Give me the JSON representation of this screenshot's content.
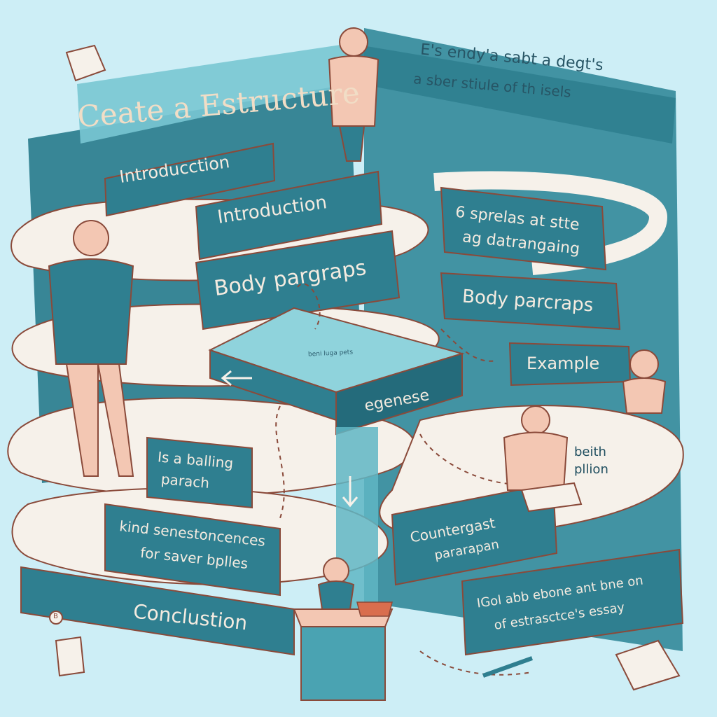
{
  "diagram": {
    "title": "Ceate a Estructure",
    "top_note": {
      "line1": "E's endy'a sabt a degt's",
      "line2": "a sber stiule of th isels"
    },
    "ribbons": {
      "intro_left": "Introducction",
      "intro_center": "Introduction",
      "body_center": "Body pargraps",
      "right_note_line1": "6 sprelas at stte",
      "right_note_line2": "ag datrangaing",
      "body_right": "Body parcraps",
      "center_box_small": "beni luga pets",
      "center_box_main": "egenese",
      "example": "Example",
      "left_box_line1": "Is a balling",
      "left_box_line2": "parach",
      "right_side_line1": "beith",
      "right_side_line2": "pllion",
      "left_lower_line1": "kind senestoncences",
      "left_lower_line2": "for saver bplles",
      "counter_line1": "Countergast",
      "counter_line2": "pararapan",
      "conclusion": "Conclustion",
      "bottom_right_line1": "IGol abb ebone ant bne on",
      "bottom_right_line2": "of estrasctce's essay",
      "small_tag": "B"
    }
  },
  "colors": {
    "background": "#cdeef6",
    "ribbon_teal": "#2f7f90",
    "ribbon_dark": "#246b7b",
    "ribbon_light": "#f6f1ea",
    "accent_peach": "#f3c7b3",
    "outline": "#8a4a3a"
  }
}
